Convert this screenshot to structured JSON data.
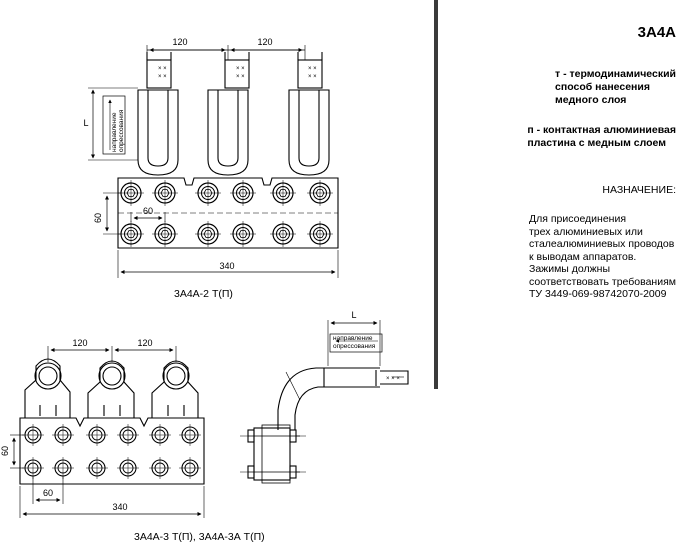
{
  "side": {
    "title": "3А4А",
    "note_t": [
      "т - термодинамический",
      "способ нанесения",
      "медного слоя"
    ],
    "note_p": [
      "п - контактная алюминиевая",
      "пластина с медным слоем"
    ],
    "purpose_heading": "НАЗНАЧЕНИЕ:",
    "purpose_text": [
      "Для присоединения",
      "трех алюминиевых или",
      "сталеалюминиевых проводов",
      "к выводам аппаратов.",
      "Зажимы должны",
      "соответствовать требованиям",
      "ТУ 3449-069-98742070-2009"
    ]
  },
  "top_view": {
    "caption": "3А4А-2 Т(П)",
    "dim_spacing_1": "120",
    "dim_spacing_2": "120",
    "dim_L": "L",
    "press_label_1": "направление",
    "press_label_2": "опрессования",
    "dim_hole_v": "60",
    "dim_hole_h": "60",
    "dim_width": "340"
  },
  "bottom_view": {
    "caption": "3А4А-3 Т(П), 3А4А-3А Т(П)",
    "dim_spacing_1": "120",
    "dim_spacing_2": "120",
    "dim_hole_v": "60",
    "dim_hole_h": "60",
    "dim_width": "340"
  },
  "side_view": {
    "dim_L": "L",
    "press_label_1": "направление",
    "press_label_2": "опрессования"
  }
}
